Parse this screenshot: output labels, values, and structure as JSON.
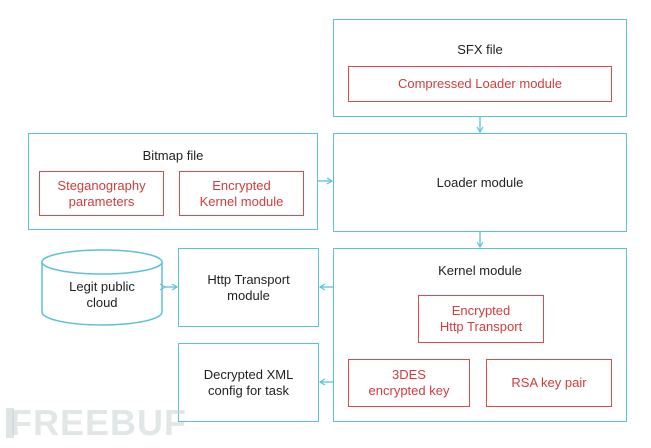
{
  "sfx": {
    "title": "SFX file",
    "inner": "Compressed Loader module"
  },
  "bitmap": {
    "title": "Bitmap file",
    "steg": "Steganography\nparameters",
    "enc_kernel": "Encrypted\nKernel module"
  },
  "loader": {
    "label": "Loader module"
  },
  "http": {
    "label": "Http Transport\nmodule"
  },
  "cloud": {
    "label": "Legit public\ncloud"
  },
  "kernel": {
    "title": "Kernel module",
    "enc_http": "Encrypted\nHttp Transport",
    "des": "3DES\nencrypted key",
    "rsa": "RSA key pair"
  },
  "xml": {
    "label": "Decrypted XML\nconfig for task"
  },
  "watermark": "FREEBUF",
  "colors": {
    "cyan": "#5bc3d2",
    "red": "#de4a4a"
  }
}
